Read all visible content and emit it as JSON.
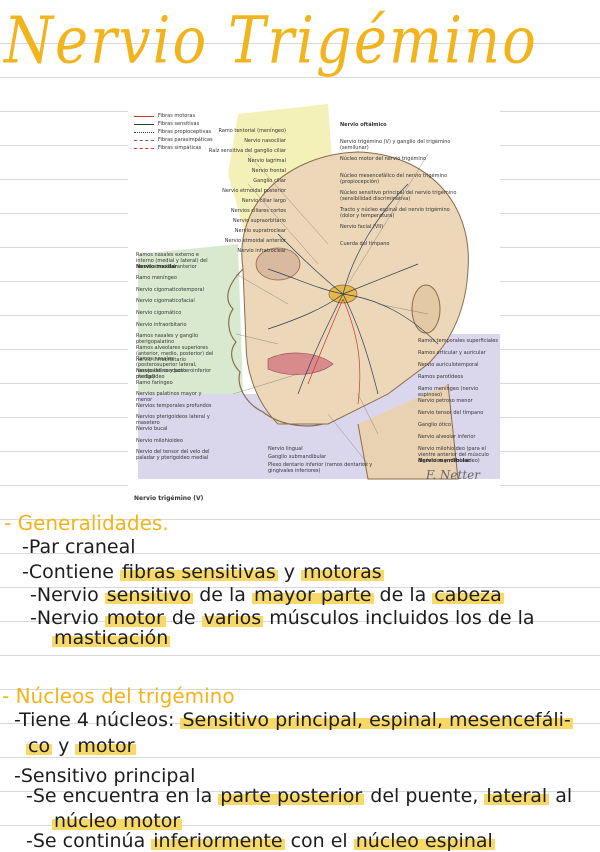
{
  "page_title": "Nervio Trigémino",
  "figure": {
    "caption": "Nervio trigémino (V)",
    "signature": "F. Netter",
    "legend": [
      {
        "label": "Fibras motoras",
        "color": "#c0392b",
        "style": "solid"
      },
      {
        "label": "Fibras sensitivas",
        "color": "#2c3e50",
        "style": "solid"
      },
      {
        "label": "Fibras propioceptivas",
        "color": "#2c3e50",
        "style": "dotted"
      },
      {
        "label": "Fibras parasimpáticas",
        "color": "#8e44ad",
        "style": "dashed"
      },
      {
        "label": "Fibras simpáticas",
        "color": "#c0392b",
        "style": "dashed"
      }
    ],
    "labels_top_left": [
      "Ramo tentorial (meníngeo)",
      "Nervio nasociliar",
      "Raíz sensitiva del ganglio ciliar",
      "Nervio lagrimal",
      "Nervio frontal",
      "Ganglio ciliar",
      "Nervio etmoidal posterior",
      "Nervio ciliar largo",
      "Nervios ciliares cortos",
      "Nervio supraorbitario",
      "Nervio supratroclear",
      "Nervio etmoidal anterior",
      "Nervio infratroclear"
    ],
    "labels_top_right": [
      "Nervio oftálmico",
      "Nervio trigémino (V) y ganglio del trigémino (semilunar)",
      "Núcleo motor del nervio trigémino",
      "Núcleo mesencefálico del nervio trigémino (propiocepción)",
      "Núcleo sensitivo principal del nervio trigémino (sensibilidad discriminativa)",
      "Tracto y núcleo espinal del nervio trigémino (dolor y temperatura)",
      "Nervio facial (VII)",
      "Cuerda del tímpano"
    ],
    "labels_left": [
      "Ramos nasales externo e interno (medial y lateral) del nervio etmoidal anterior",
      "Nervio maxilar",
      "Ramo meníngeo",
      "Nervio cigomaticotemporal",
      "Nervio cigomaticofacial",
      "Nervio cigomático",
      "Nervio infraorbitario",
      "Ramos nasales y ganglio pterigopalatino",
      "Ramos alveolares superiores (anterior, medio, posterior) del nervio infraorbitario",
      "Ramos nasales (posterosuperior lateral, nasopalatino y posteroinferior medial)",
      "Nervio del conducto pterigoideo",
      "Ramo faríngeo",
      "Nervios palatinos mayor y menor",
      "Nervios temporales profundos",
      "Nervios pterigoideos lateral y masetero",
      "Nervio bucal",
      "Nervio milohioideo",
      "Nervio del tensor del velo del paladar y pterigoideo medial"
    ],
    "labels_right": [
      "Ramos temporales superficiales",
      "Ramos articular y auricular",
      "Nervio auriculotemporal",
      "Ramos parotídeos",
      "Ramo meníngeo (nervio espinoso)",
      "Nervio petroso menor",
      "Nervio tensor del tímpano",
      "Ganglio ótico",
      "Nervio alveolar inferior",
      "Nervio milohioideo (para el vientre anterior del músculo digástrico y milohioideo)",
      "Nervio mandibular"
    ],
    "labels_bottom": [
      "Nervio lingual",
      "Ganglio submandibular",
      "Plexo dentario inferior (ramos dentarios y gingivales inferiores)"
    ]
  },
  "notes": {
    "section1": {
      "heading": "- Generalidades.",
      "items": [
        {
          "prefix": "-",
          "segments": [
            {
              "t": "Par craneal",
              "hl": false
            }
          ]
        },
        {
          "prefix": "-",
          "segments": [
            {
              "t": "Contiene ",
              "hl": false
            },
            {
              "t": "fibras sensitivas",
              "hl": true
            },
            {
              "t": " y ",
              "hl": false
            },
            {
              "t": "motoras",
              "hl": true
            }
          ]
        },
        {
          "prefix": "-",
          "segments": [
            {
              "t": "Nervio ",
              "hl": false
            },
            {
              "t": "sensitivo",
              "hl": true
            },
            {
              "t": " de la ",
              "hl": false
            },
            {
              "t": "mayor parte",
              "hl": true
            },
            {
              "t": " de la ",
              "hl": false
            },
            {
              "t": "cabeza",
              "hl": true
            }
          ]
        },
        {
          "prefix": "-",
          "segments": [
            {
              "t": "Nervio ",
              "hl": false
            },
            {
              "t": "motor",
              "hl": true
            },
            {
              "t": " de ",
              "hl": false
            },
            {
              "t": "varios",
              "hl": true
            },
            {
              "t": " músculos incluidos los de la",
              "hl": false
            }
          ]
        },
        {
          "prefix": "",
          "segments": [
            {
              "t": "masticación",
              "hl": true
            }
          ]
        }
      ]
    },
    "section2": {
      "heading": "- Núcleos del trigémino",
      "items": [
        {
          "prefix": "-",
          "segments": [
            {
              "t": "Tiene 4 núcleos: ",
              "hl": false
            },
            {
              "t": "Sensitivo principal, espinal, mesencefáli-",
              "hl": true
            }
          ]
        },
        {
          "prefix": "",
          "segments": [
            {
              "t": "co",
              "hl": true
            },
            {
              "t": " y ",
              "hl": false
            },
            {
              "t": "motor",
              "hl": true
            }
          ]
        },
        {
          "prefix": "-",
          "segments": [
            {
              "t": "Sensitivo principal",
              "hl": false
            }
          ]
        },
        {
          "prefix": "-",
          "segments": [
            {
              "t": "Se encuentra en la ",
              "hl": false
            },
            {
              "t": "parte posterior",
              "hl": true
            },
            {
              "t": " del puente, ",
              "hl": false
            },
            {
              "t": "lateral",
              "hl": true
            },
            {
              "t": " al",
              "hl": false
            }
          ]
        },
        {
          "prefix": "",
          "segments": [
            {
              "t": "núcleo motor",
              "hl": true
            }
          ]
        },
        {
          "prefix": "-",
          "segments": [
            {
              "t": "Se continúa ",
              "hl": false
            },
            {
              "t": "inferiormente",
              "hl": true
            },
            {
              "t": " con el ",
              "hl": false
            },
            {
              "t": "núcleo espinal",
              "hl": true
            }
          ]
        }
      ]
    }
  }
}
